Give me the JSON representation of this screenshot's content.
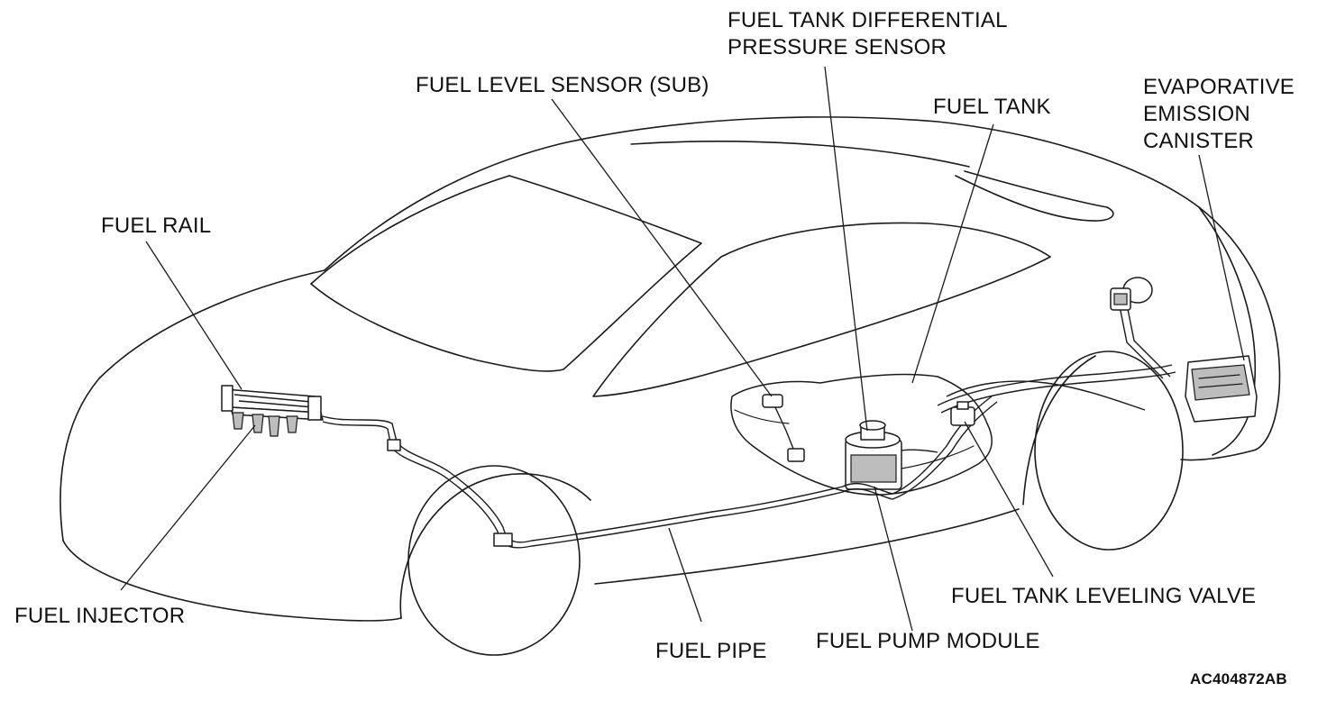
{
  "diagram": {
    "labels": {
      "fuel_tank_differential_pressure_sensor": "FUEL TANK DIFFERENTIAL\nPRESSURE SENSOR",
      "fuel_level_sensor_sub": "FUEL LEVEL SENSOR (SUB)",
      "fuel_tank": "FUEL TANK",
      "evaporative_emission_canister": "EVAPORATIVE\nEMISSION\nCANISTER",
      "fuel_rail": "FUEL RAIL",
      "fuel_injector": "FUEL INJECTOR",
      "fuel_pipe": "FUEL PIPE",
      "fuel_pump_module": "FUEL PUMP MODULE",
      "fuel_tank_leveling_valve": "FUEL TANK LEVELING VALVE"
    },
    "figure_code": "AC404872AB"
  }
}
